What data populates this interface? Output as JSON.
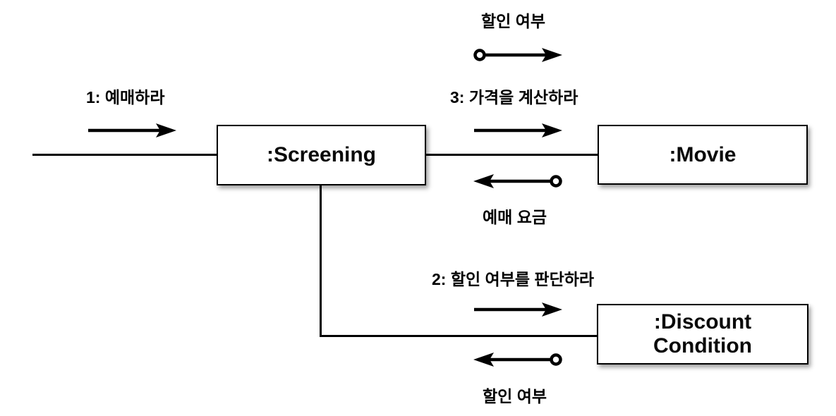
{
  "diagram": {
    "background": "#ffffff",
    "line_color": "#000000",
    "objects": {
      "screening": {
        "label": ":Screening"
      },
      "movie": {
        "label": ":Movie"
      },
      "discount_condition": {
        "label": ":Discount Condition"
      }
    },
    "messages": {
      "msg1": {
        "label": "1: 예매하라",
        "direction": "right",
        "from": "(external)",
        "to": ":Screening"
      },
      "msg2": {
        "label": "2: 할인 여부를 판단하라",
        "direction": "right",
        "from": ":Screening",
        "to": ":Discount Condition"
      },
      "msg3": {
        "label": "3: 가격을 계산하라",
        "direction": "right",
        "from": ":Screening",
        "to": ":Movie"
      }
    },
    "data_flows": {
      "discount_query": {
        "label": "할인 여부",
        "direction": "right",
        "between": ":Screening and :Movie"
      },
      "reservation_fee": {
        "label": "예매 요금",
        "direction": "left",
        "between": ":Movie and :Screening"
      },
      "discount_result": {
        "label": "할인 여부",
        "direction": "left",
        "between": ":Discount Condition and :Screening"
      }
    }
  }
}
